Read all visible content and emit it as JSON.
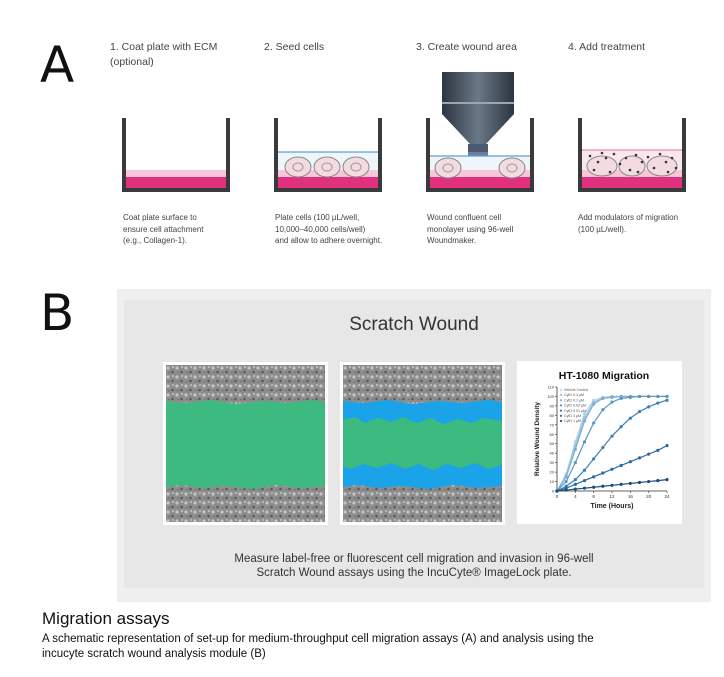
{
  "panel_a": {
    "letter": "A",
    "steps": [
      {
        "title_lines": [
          "1. Coat plate with ECM",
          "(optional)"
        ],
        "desc_lines": [
          "Coat plate surface to",
          "ensure cell attachment",
          "(e.g., Collagen-1)."
        ]
      },
      {
        "title_lines": [
          "2. Seed cells"
        ],
        "desc_lines": [
          "Plate cells (100 µL/well,",
          "10,000–40,000 cells/well)",
          "and allow to adhere overnight."
        ]
      },
      {
        "title_lines": [
          "3. Create wound area"
        ],
        "desc_lines": [
          "Wound confluent cell",
          "monolayer using 96-well",
          "Woundmaker."
        ]
      },
      {
        "title_lines": [
          "4. Add treatment"
        ],
        "desc_lines": [
          "Add modulators of migration",
          "(100 µL/well)."
        ]
      }
    ],
    "colors": {
      "well_wall": "#3a3a3a",
      "medium": "#e0307e",
      "cells": "#f3dbe1",
      "liquid_line": "#5aa0d8"
    }
  },
  "panel_b": {
    "letter": "B",
    "title": "Scratch Wound",
    "caption_lines": [
      "Measure label-free or fluorescent cell migration and invasion in 96-well",
      "Scratch Wound assays using the IncuCyte® ImageLock plate."
    ],
    "colors": {
      "wound_mask": "#3dba80",
      "migrated_mask": "#1aa3e8",
      "cells": "#8a8a8a"
    }
  },
  "chart_data": {
    "type": "line",
    "title": "HT-1080 Migration",
    "xlabel": "Time (Hours)",
    "ylabel": "Relative Wound Density",
    "x": [
      0,
      2,
      4,
      6,
      8,
      10,
      12,
      14,
      16,
      18,
      20,
      22,
      24
    ],
    "xticks": [
      0,
      4,
      8,
      12,
      16,
      20,
      24
    ],
    "yticks": [
      0,
      10,
      20,
      30,
      40,
      50,
      60,
      70,
      80,
      90,
      100,
      110
    ],
    "xlim": [
      0,
      24
    ],
    "ylim": [
      0,
      110
    ],
    "legend_entries": [
      "Vehicle Control",
      "CytD 0.3 µM",
      "CytD 0.1 µM",
      "CytD 0.03 µM",
      "CytD 0.01 µM",
      "CytD 3 µM",
      "CytD 1 µM"
    ],
    "legend_position": "top-left",
    "series": [
      {
        "color": "#b9d3e6",
        "values": [
          0,
          18,
          52,
          82,
          96,
          99,
          100,
          100,
          100,
          100,
          100,
          100,
          100
        ]
      },
      {
        "color": "#9cc2de",
        "values": [
          0,
          16,
          48,
          78,
          94,
          98,
          100,
          100,
          100,
          100,
          100,
          100,
          100
        ]
      },
      {
        "color": "#7aaed1",
        "values": [
          0,
          15,
          44,
          74,
          92,
          98,
          99,
          100,
          100,
          100,
          100,
          100,
          100
        ]
      },
      {
        "color": "#5b97c4",
        "values": [
          0,
          10,
          30,
          52,
          72,
          86,
          94,
          98,
          99,
          100,
          100,
          100,
          100
        ]
      },
      {
        "color": "#3d7fb4",
        "values": [
          0,
          5,
          12,
          22,
          34,
          46,
          58,
          68,
          77,
          84,
          89,
          93,
          96
        ]
      },
      {
        "color": "#2a6aa0",
        "values": [
          0,
          3,
          7,
          11,
          15,
          19,
          23,
          27,
          31,
          35,
          39,
          43,
          48
        ]
      },
      {
        "color": "#1c4f7f",
        "values": [
          0,
          1,
          2,
          3,
          4,
          5,
          6,
          7,
          8,
          9,
          10,
          11,
          12
        ]
      }
    ]
  },
  "figure": {
    "title": "Migration assays",
    "caption_lines": [
      "A schematic representation of set-up for medium-throughput cell migration assays (A) and analysis using the",
      "incucyte scratch wound analysis module (B)"
    ]
  }
}
